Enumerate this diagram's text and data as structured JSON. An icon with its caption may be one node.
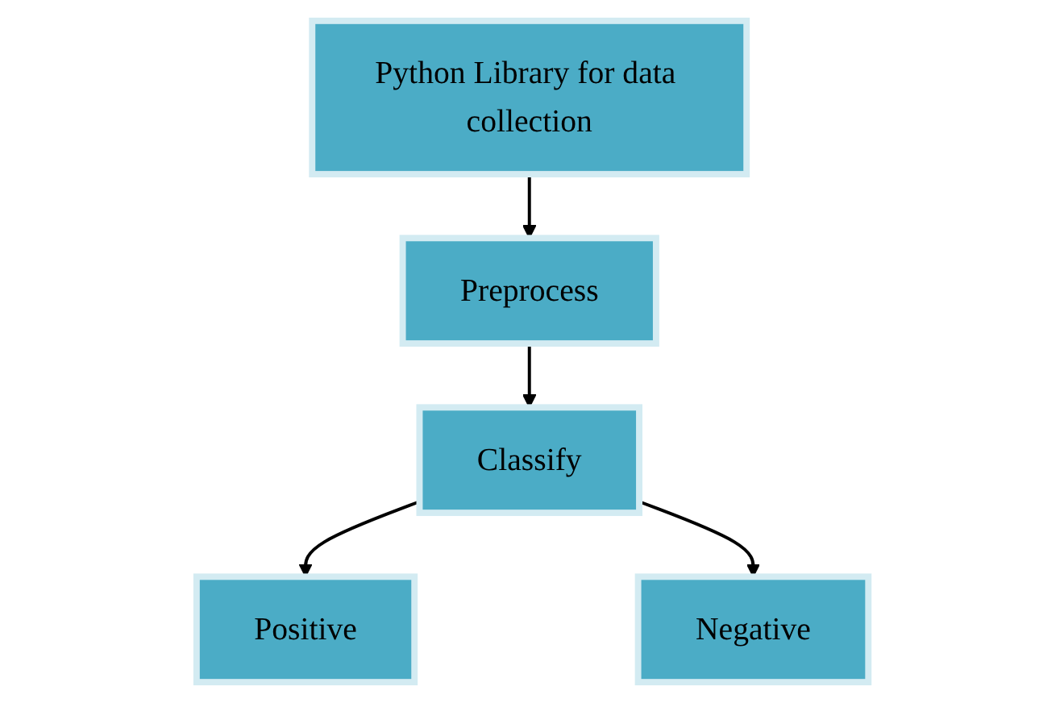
{
  "diagram": {
    "nodes": [
      {
        "text": [
          "Python Library for data collection"
        ]
      },
      {
        "text": [
          "Preprocess"
        ]
      },
      {
        "text": [
          "Classify"
        ]
      },
      {
        "text": [
          "Positive"
        ]
      },
      {
        "text": [
          "Negative"
        ]
      }
    ],
    "edges": [
      {
        "from": 0,
        "to": 1,
        "arrow": "to"
      },
      {
        "from": 1,
        "to": 2,
        "arrow": "to"
      },
      {
        "from": 2,
        "to": 3,
        "arrow": "to"
      },
      {
        "from": 2,
        "to": 4,
        "arrow": "to"
      }
    ]
  }
}
